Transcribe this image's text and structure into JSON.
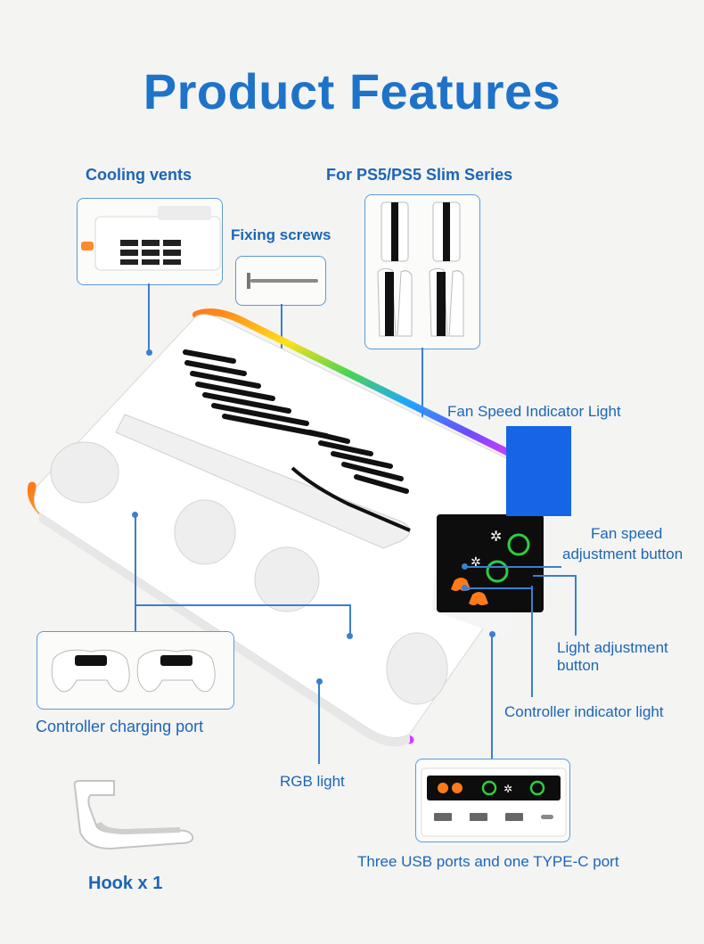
{
  "title": "Product Features",
  "labels": {
    "cooling_vents": "Cooling vents",
    "fixing_screws": "Fixing screws",
    "ps5_series": "For PS5/PS5 Slim Series",
    "fan_speed_indicator": "Fan Speed Indicator Light",
    "fan_speed_button_line1": "Fan speed",
    "fan_speed_button_line2": "adjustment button",
    "light_button_line1": "Light adjustment",
    "light_button_line2": "button",
    "controller_indicator": "Controller indicator light",
    "controller_charging": "Controller charging port",
    "rgb_light": "RGB light",
    "hook": "Hook x 1",
    "usb_ports": "Three USB ports and one TYPE-C port"
  },
  "colors": {
    "title": "#1e73c8",
    "label": "#1b66b8",
    "fan_indicator_block": "#1565e6",
    "panel_green": "#2ecc40",
    "panel_orange": "#ff7a1a"
  },
  "icons": [
    "fan-icon",
    "controller-icon",
    "usb-port-icon",
    "type-c-port-icon",
    "hook-icon"
  ]
}
